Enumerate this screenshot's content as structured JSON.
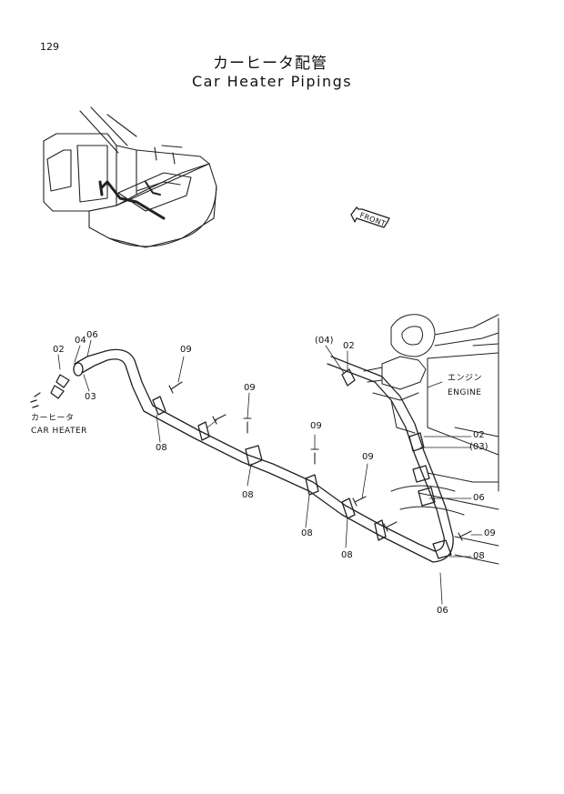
{
  "page_number": "129",
  "title": {
    "japanese": "カーヒータ配管",
    "english": "Car Heater Pipings"
  },
  "direction_marker": "FRONT",
  "components": {
    "car_heater": {
      "japanese": "カーヒータ",
      "english": "CAR HEATER"
    },
    "engine": {
      "japanese": "エンジン",
      "english": "ENGINE"
    }
  },
  "part_callouts": {
    "left_02": "02",
    "left_04": "04",
    "left_06": "06",
    "left_03": "03",
    "bolt_09_a": "09",
    "clamp_08_a": "08",
    "bolt_09_b": "09",
    "clamp_08_b": "08",
    "bolt_09_c": "09",
    "clamp_08_c": "08",
    "bolt_09_d": "09",
    "clamp_08_d": "08",
    "engine_04": "(04)",
    "engine_02": "02",
    "right_02": "02",
    "right_03": "(03)",
    "right_06a": "06",
    "right_09": "09",
    "right_08": "08",
    "bottom_06": "06"
  }
}
